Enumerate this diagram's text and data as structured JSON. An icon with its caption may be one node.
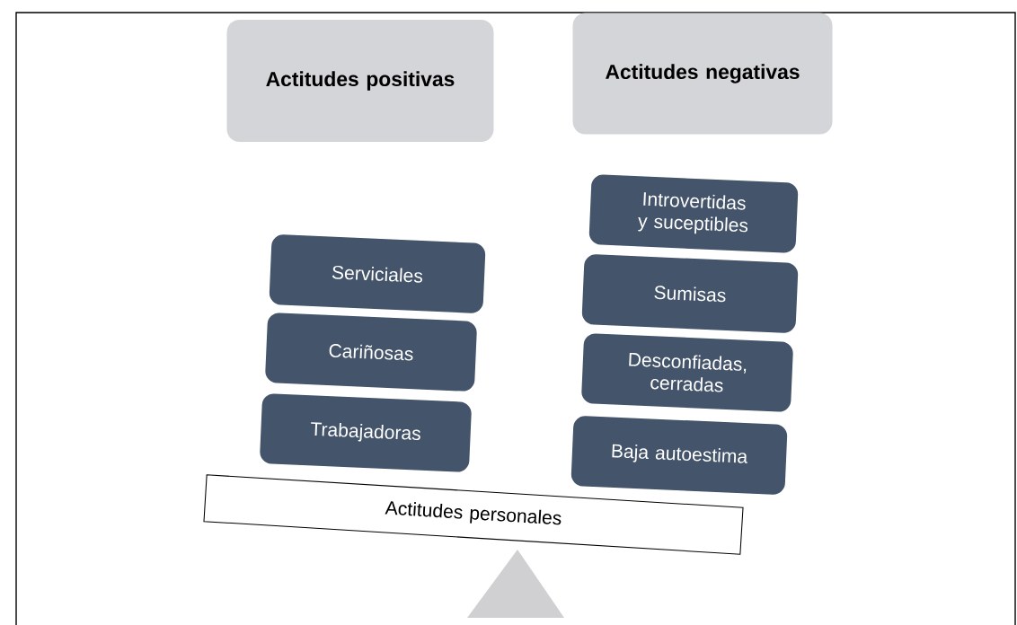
{
  "diagram": {
    "nodes": [
      {
        "text": [
          "Actitudes positivas"
        ]
      },
      {
        "text": [
          "Actitudes negativas"
        ]
      },
      {
        "text": [
          "Serviciales"
        ]
      },
      {
        "text": [
          "Cariñosas"
        ]
      },
      {
        "text": [
          "Trabajadoras"
        ]
      },
      {
        "text": [
          "Introvertidas y suceptibles"
        ]
      },
      {
        "text": [
          "Sumisas"
        ]
      },
      {
        "text": [
          "Desconfiadas, cerradas"
        ]
      },
      {
        "text": [
          "Baja autoestima"
        ]
      },
      {
        "text": [
          "Actitudes personales"
        ]
      }
    ]
  }
}
